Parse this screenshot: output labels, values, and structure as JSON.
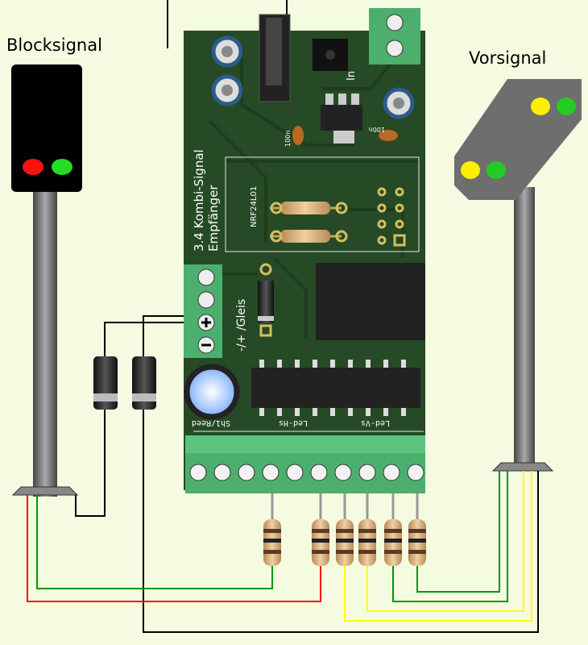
{
  "labels": {
    "blocksignal": "Blocksignal",
    "vorsignal": "Vorsignal"
  },
  "board": {
    "title_line1": "3.4 Kombi-Signal",
    "title_line2": "Empfänger",
    "module": "NRF24L01",
    "terminal_label": "-/+ /Gleis",
    "in_label": "In",
    "cap_label_1": "100n",
    "cap_label_2": "100n",
    "bottom_labels": [
      "Sh1/Reed",
      "Led-Hs",
      "Led-Vs"
    ]
  },
  "colors": {
    "background": "#f4fbe0",
    "pcb": "#254a25",
    "terminal": "#4caf6e",
    "wire_black": "#000000",
    "wire_red": "#ff0000",
    "wire_green": "#009900",
    "wire_yellow": "#ffff00",
    "led_red": "#ff1111",
    "led_green": "#22cc22",
    "led_yellow": "#ffee00"
  }
}
